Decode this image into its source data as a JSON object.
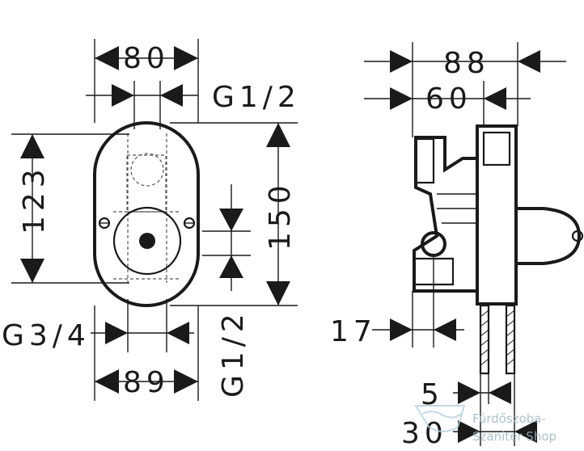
{
  "dimensions": {
    "front_width_top": "80",
    "front_inlet_top": "G1/2",
    "front_height_left": "123",
    "front_height_right": "150",
    "front_outlet_side": "G1/2",
    "front_inlet_bottom": "G3/4",
    "front_width_bottom": "89",
    "side_depth_total": "88",
    "side_depth_body": "60",
    "side_offset": "17",
    "side_min": "5",
    "side_max": "30"
  },
  "watermark": {
    "line1": "Fürdőszoba-",
    "line2": "Szaniter Shop"
  },
  "colors": {
    "line": "#1a1a1a",
    "watermark": "#9fb8c6"
  }
}
